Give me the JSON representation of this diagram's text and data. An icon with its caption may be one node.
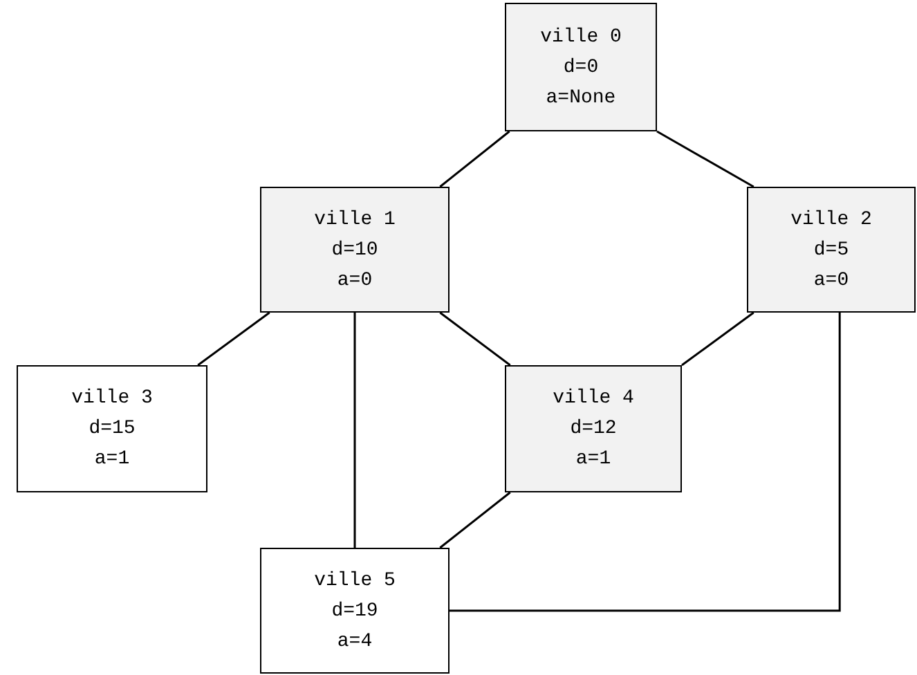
{
  "diagram": {
    "nodes": [
      {
        "text": [
          "ville 0",
          "d=0",
          "a=None"
        ]
      },
      {
        "text": [
          "ville 1",
          "d=10",
          "a=0"
        ]
      },
      {
        "text": [
          "ville 2",
          "d=5",
          "a=0"
        ]
      },
      {
        "text": [
          "ville 3",
          "d=15",
          "a=1"
        ]
      },
      {
        "text": [
          "ville 4",
          "d=12",
          "a=1"
        ]
      },
      {
        "text": [
          "ville 5",
          "d=19",
          "a=4"
        ]
      }
    ],
    "edges": [
      {
        "from": 0,
        "to": 1,
        "arrow": "none"
      },
      {
        "from": 0,
        "to": 2,
        "arrow": "none"
      },
      {
        "from": 1,
        "to": 3,
        "arrow": "none"
      },
      {
        "from": 1,
        "to": 5,
        "arrow": "none"
      },
      {
        "from": 1,
        "to": 4,
        "arrow": "none"
      },
      {
        "from": 2,
        "to": 4,
        "arrow": "none"
      },
      {
        "from": 4,
        "to": 5,
        "arrow": "none"
      },
      {
        "from": 2,
        "to": 5,
        "arrow": "none"
      }
    ]
  }
}
